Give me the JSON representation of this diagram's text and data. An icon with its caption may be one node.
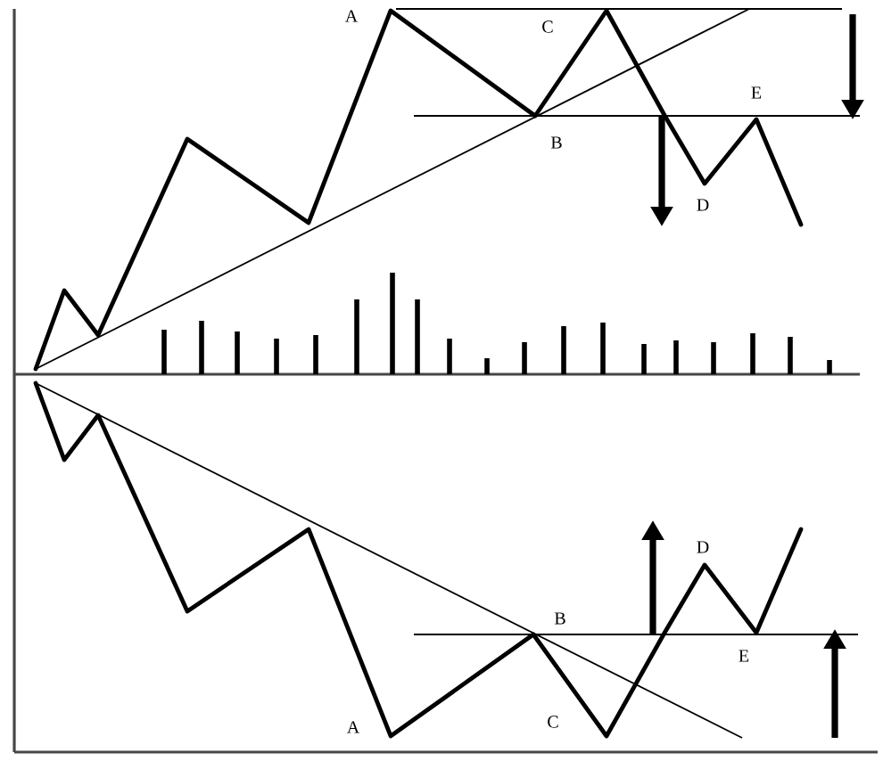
{
  "diagram": {
    "labels": [
      "A",
      "C",
      "E",
      "B",
      "D",
      "D",
      "B",
      "E",
      "C",
      "A"
    ]
  }
}
